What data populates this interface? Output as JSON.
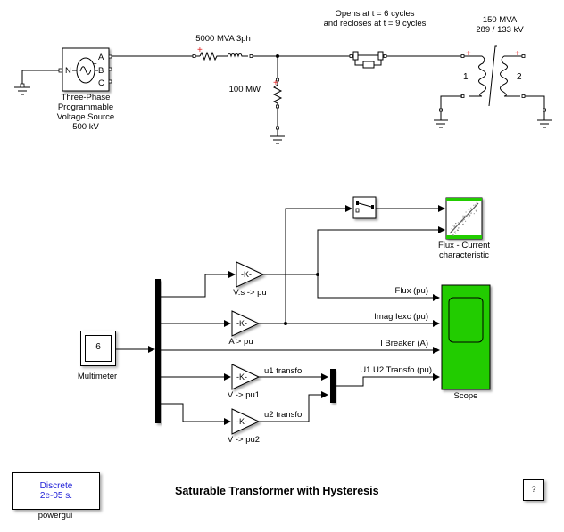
{
  "title": "Saturable Transformer with Hysteresis",
  "source": {
    "label_lines": [
      "Three-Phase",
      "Programmable",
      "Voltage Source",
      "500 kV"
    ],
    "ports": {
      "neutral": "N",
      "a": "A",
      "b": "B",
      "c": "C",
      "plus": "+"
    }
  },
  "line_impedance": {
    "label": "5000 MVA 3ph"
  },
  "load": {
    "label": "100 MW"
  },
  "breaker": {
    "label_line1": "Opens at t = 6 cycles",
    "label_line2": "and recloses at  t = 9 cycles"
  },
  "transformer": {
    "label_line1": "150 MVA",
    "label_line2": "289 / 133 kV",
    "winding1": "1",
    "winding2": "2"
  },
  "multimeter": {
    "value": "6",
    "label": "Multimeter"
  },
  "gains": [
    {
      "symbol": "-K-",
      "label": "V.s -> pu"
    },
    {
      "symbol": "-K-",
      "label": "A > pu"
    },
    {
      "symbol": "-K-",
      "label": "V -> pu1"
    },
    {
      "symbol": "-K-",
      "label": "V -> pu2"
    }
  ],
  "signals": {
    "u1": "u1 transfo",
    "u2": "u2 transfo",
    "flux": "Flux (pu)",
    "imag": "Imag  Iexc (pu)",
    "ibreaker": "I Breaker (A)",
    "u1u2": "U1 U2 Transfo (pu)"
  },
  "xy_graph": {
    "label_line1": "Flux - Current",
    "label_line2": "characteristic"
  },
  "scope": {
    "label": "Scope"
  },
  "powergui": {
    "line1": "Discrete",
    "line2": "2e-05 s.",
    "label": "powergui"
  },
  "help": {
    "label": "?"
  },
  "colors": {
    "scope_green": "#22cc00",
    "powergui_text": "#1a1ad6",
    "polarity_red": "#e02020"
  }
}
